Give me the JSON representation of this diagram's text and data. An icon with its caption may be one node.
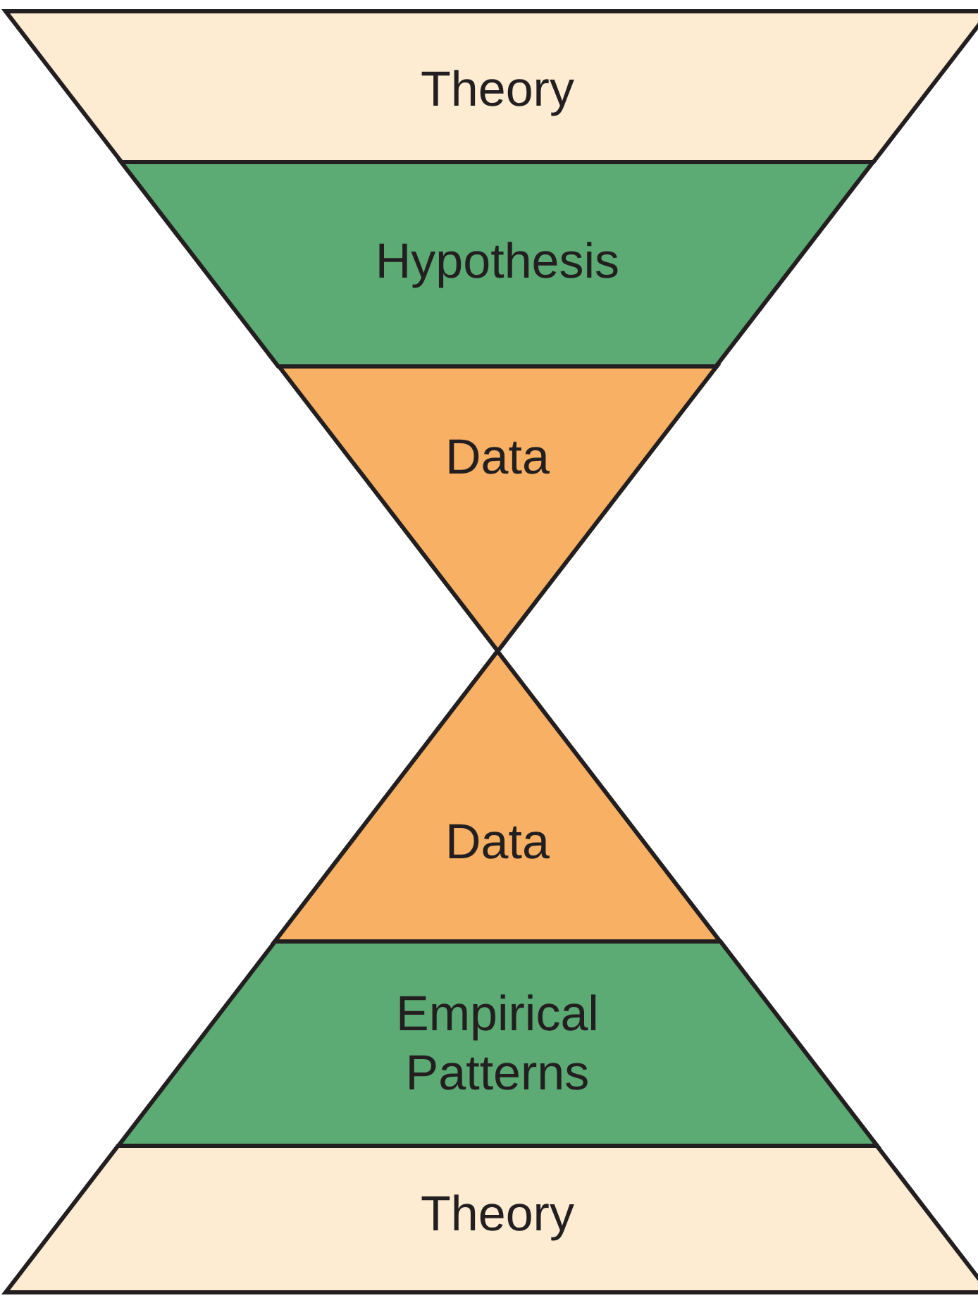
{
  "diagram": {
    "nodes": [
      {
        "text": [
          "Theory"
        ]
      },
      {
        "text": [
          "Hypothesis"
        ]
      },
      {
        "text": [
          "Data"
        ]
      },
      {
        "text": [
          "Data"
        ]
      },
      {
        "text": [
          "Empirical Patterns"
        ]
      },
      {
        "text": [
          "Theory"
        ]
      }
    ]
  }
}
